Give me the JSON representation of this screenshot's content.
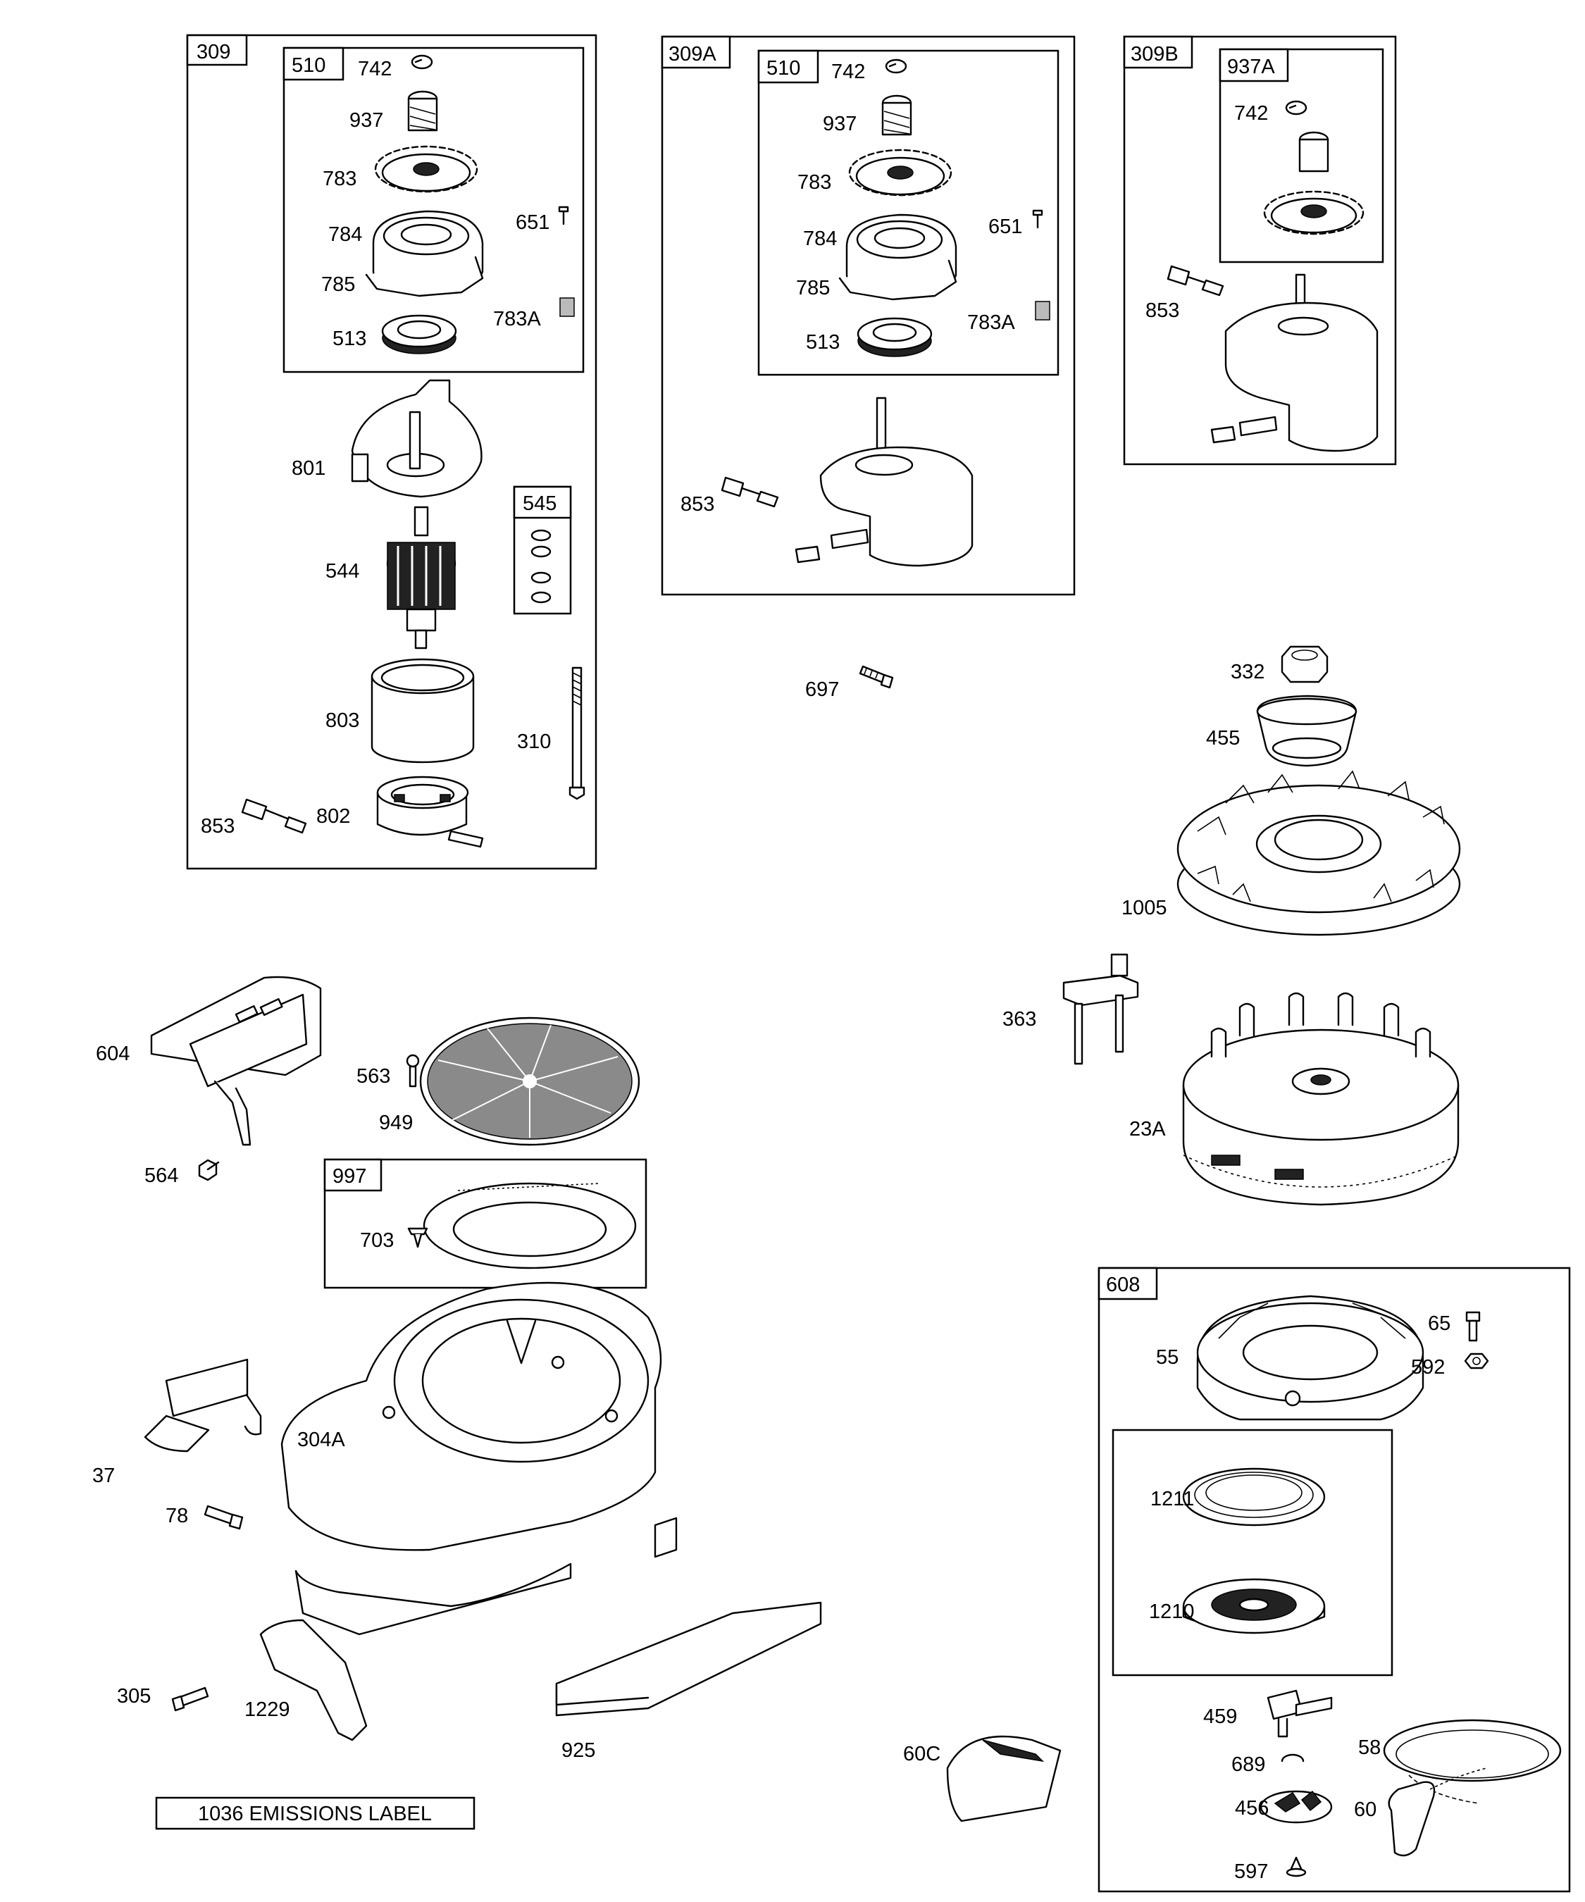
{
  "groups": {
    "g309": "309",
    "g510_a": "510",
    "g545": "545",
    "g309A": "309A",
    "g510_b": "510",
    "g309B": "309B",
    "g937A": "937A",
    "g997": "997",
    "g608": "608"
  },
  "callouts": {
    "a742": "742",
    "a937": "937",
    "a783": "783",
    "a784": "784",
    "a785": "785",
    "a651": "651",
    "a783A": "783A",
    "a513": "513",
    "a801": "801",
    "a544": "544",
    "a803": "803",
    "a310": "310",
    "a853": "853",
    "a802": "802",
    "b742": "742",
    "b937": "937",
    "b783": "783",
    "b784": "784",
    "b785": "785",
    "b651": "651",
    "b783A": "783A",
    "b513": "513",
    "b853": "853",
    "c742": "742",
    "c853": "853",
    "p697": "697",
    "p332": "332",
    "p455": "455",
    "p1005": "1005",
    "p363": "363",
    "p23A": "23A",
    "p604": "604",
    "p564": "564",
    "p563": "563",
    "p949": "949",
    "p703": "703",
    "p37": "37",
    "p304A": "304A",
    "p78": "78",
    "p305": "305",
    "p1229": "1229",
    "p925": "925",
    "p60C": "60C",
    "p55": "55",
    "p65": "65",
    "p592": "592",
    "p1211": "1211",
    "p1210": "1210",
    "p459": "459",
    "p58": "58",
    "p689": "689",
    "p456": "456",
    "p60": "60",
    "p597": "597"
  },
  "emissions_label": "1036 EMISSIONS LABEL"
}
